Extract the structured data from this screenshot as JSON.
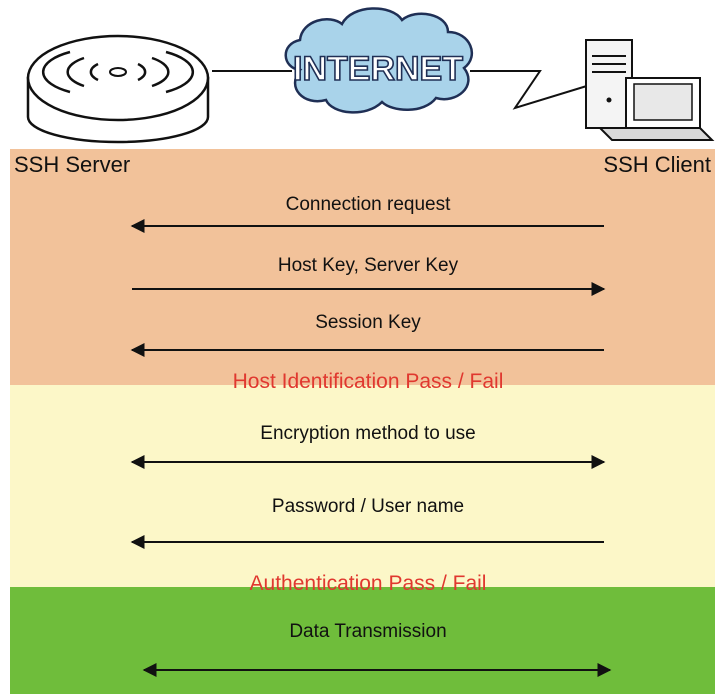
{
  "diagram": {
    "nodes": {
      "server": {
        "label": "SSH Server",
        "icon": "router-icon"
      },
      "client": {
        "label": "SSH Client",
        "icon": "desktop-computer-icon"
      },
      "cloud": {
        "label": "INTERNET",
        "icon": "cloud-icon"
      }
    },
    "messages": [
      {
        "text": "Connection request",
        "direction": "client-to-server"
      },
      {
        "text": "Host Key, Server Key",
        "direction": "server-to-client"
      },
      {
        "text": "Session Key",
        "direction": "client-to-server"
      },
      {
        "text": "Encryption method to use",
        "direction": "both"
      },
      {
        "text": "Password / User name",
        "direction": "client-to-server"
      },
      {
        "text": "Data Transmission",
        "direction": "both"
      }
    ],
    "phases": [
      {
        "text": "Host Identification Pass / Fail",
        "color": "#e0382f"
      },
      {
        "text": "Authentication Pass / Fail",
        "color": "#e0382f"
      }
    ],
    "colors": {
      "host_zone": "#f2c29a",
      "auth_zone": "#fcf7c8",
      "data_zone": "#6fbd3b",
      "cloud": "#a9d3ea",
      "phase_text": "#e0382f"
    }
  }
}
